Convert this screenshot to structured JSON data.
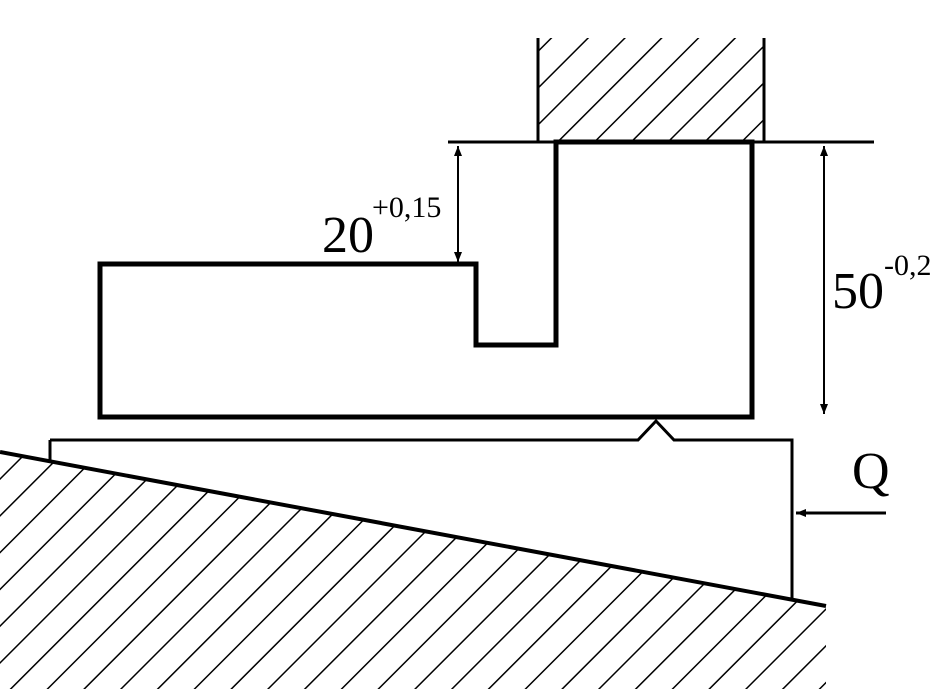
{
  "dimension_upper": {
    "nominal": "20",
    "tolerance": "+0,15"
  },
  "dimension_overall": {
    "nominal": "50",
    "tolerance": "-0,2"
  },
  "force_label": "Q",
  "colors": {
    "line": "#000000",
    "background": "#ffffff"
  }
}
